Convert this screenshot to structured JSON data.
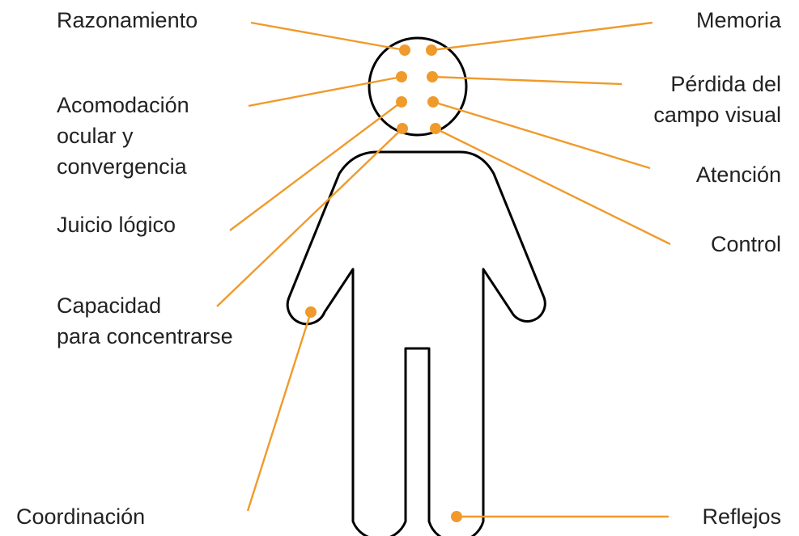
{
  "colors": {
    "accent": "#f09a2b",
    "outline": "#000000",
    "text": "#222222",
    "background": "#ffffff"
  },
  "labels": {
    "razonamiento": [
      "Razonamiento"
    ],
    "acomodacion": [
      "Acomodación",
      "ocular y",
      "convergencia"
    ],
    "juicio": [
      "Juicio lógico"
    ],
    "capacidad": [
      "Capacidad",
      "para concentrarse"
    ],
    "coordinacion": [
      "Coordinación"
    ],
    "memoria": [
      "Memoria"
    ],
    "perdida": [
      "Pérdida del",
      "campo visual"
    ],
    "atencion": [
      "Atención"
    ],
    "control": [
      "Control"
    ],
    "reflejos": [
      "Reflejos"
    ]
  }
}
